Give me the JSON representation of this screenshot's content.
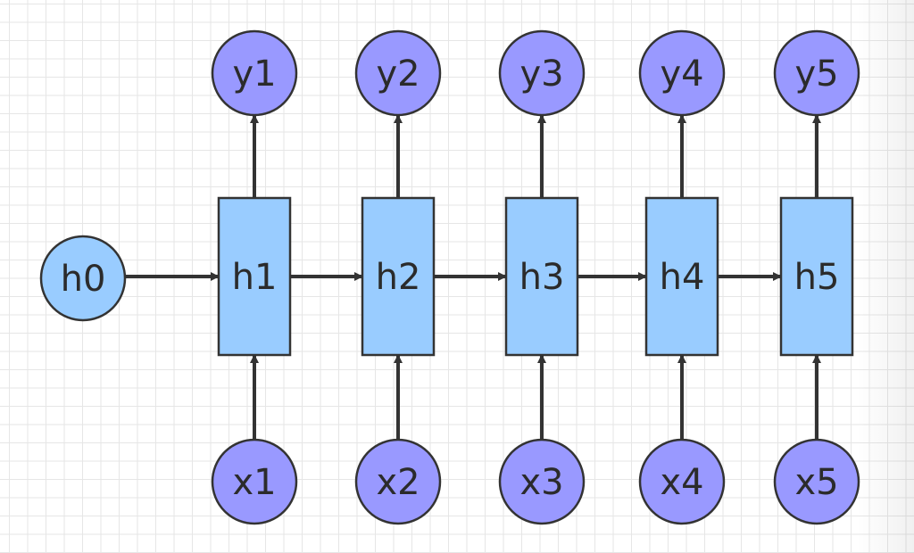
{
  "diagram": {
    "title": "Recurrent Neural Network (unrolled)",
    "colors": {
      "hidden_fill": "#99CCFF",
      "io_fill": "#9999FF",
      "initial_fill": "#99CCFF",
      "stroke": "#333333",
      "arrow": "#333333"
    },
    "initial_state": {
      "id": "h0",
      "label": "h0"
    },
    "steps": [
      {
        "hidden": "h1",
        "input": "x1",
        "output": "y1"
      },
      {
        "hidden": "h2",
        "input": "x2",
        "output": "y2"
      },
      {
        "hidden": "h3",
        "input": "x3",
        "output": "y3"
      },
      {
        "hidden": "h4",
        "input": "x4",
        "output": "y4"
      },
      {
        "hidden": "h5",
        "input": "x5",
        "output": "y5"
      }
    ],
    "edges": [
      {
        "from": "h0",
        "to": "h1"
      },
      {
        "from": "h1",
        "to": "h2"
      },
      {
        "from": "h2",
        "to": "h3"
      },
      {
        "from": "h3",
        "to": "h4"
      },
      {
        "from": "h4",
        "to": "h5"
      },
      {
        "from": "x1",
        "to": "h1"
      },
      {
        "from": "x2",
        "to": "h2"
      },
      {
        "from": "x3",
        "to": "h3"
      },
      {
        "from": "x4",
        "to": "h4"
      },
      {
        "from": "x5",
        "to": "h5"
      },
      {
        "from": "h1",
        "to": "y1"
      },
      {
        "from": "h2",
        "to": "y2"
      },
      {
        "from": "h3",
        "to": "y3"
      },
      {
        "from": "h4",
        "to": "y4"
      },
      {
        "from": "h5",
        "to": "y5"
      }
    ]
  }
}
